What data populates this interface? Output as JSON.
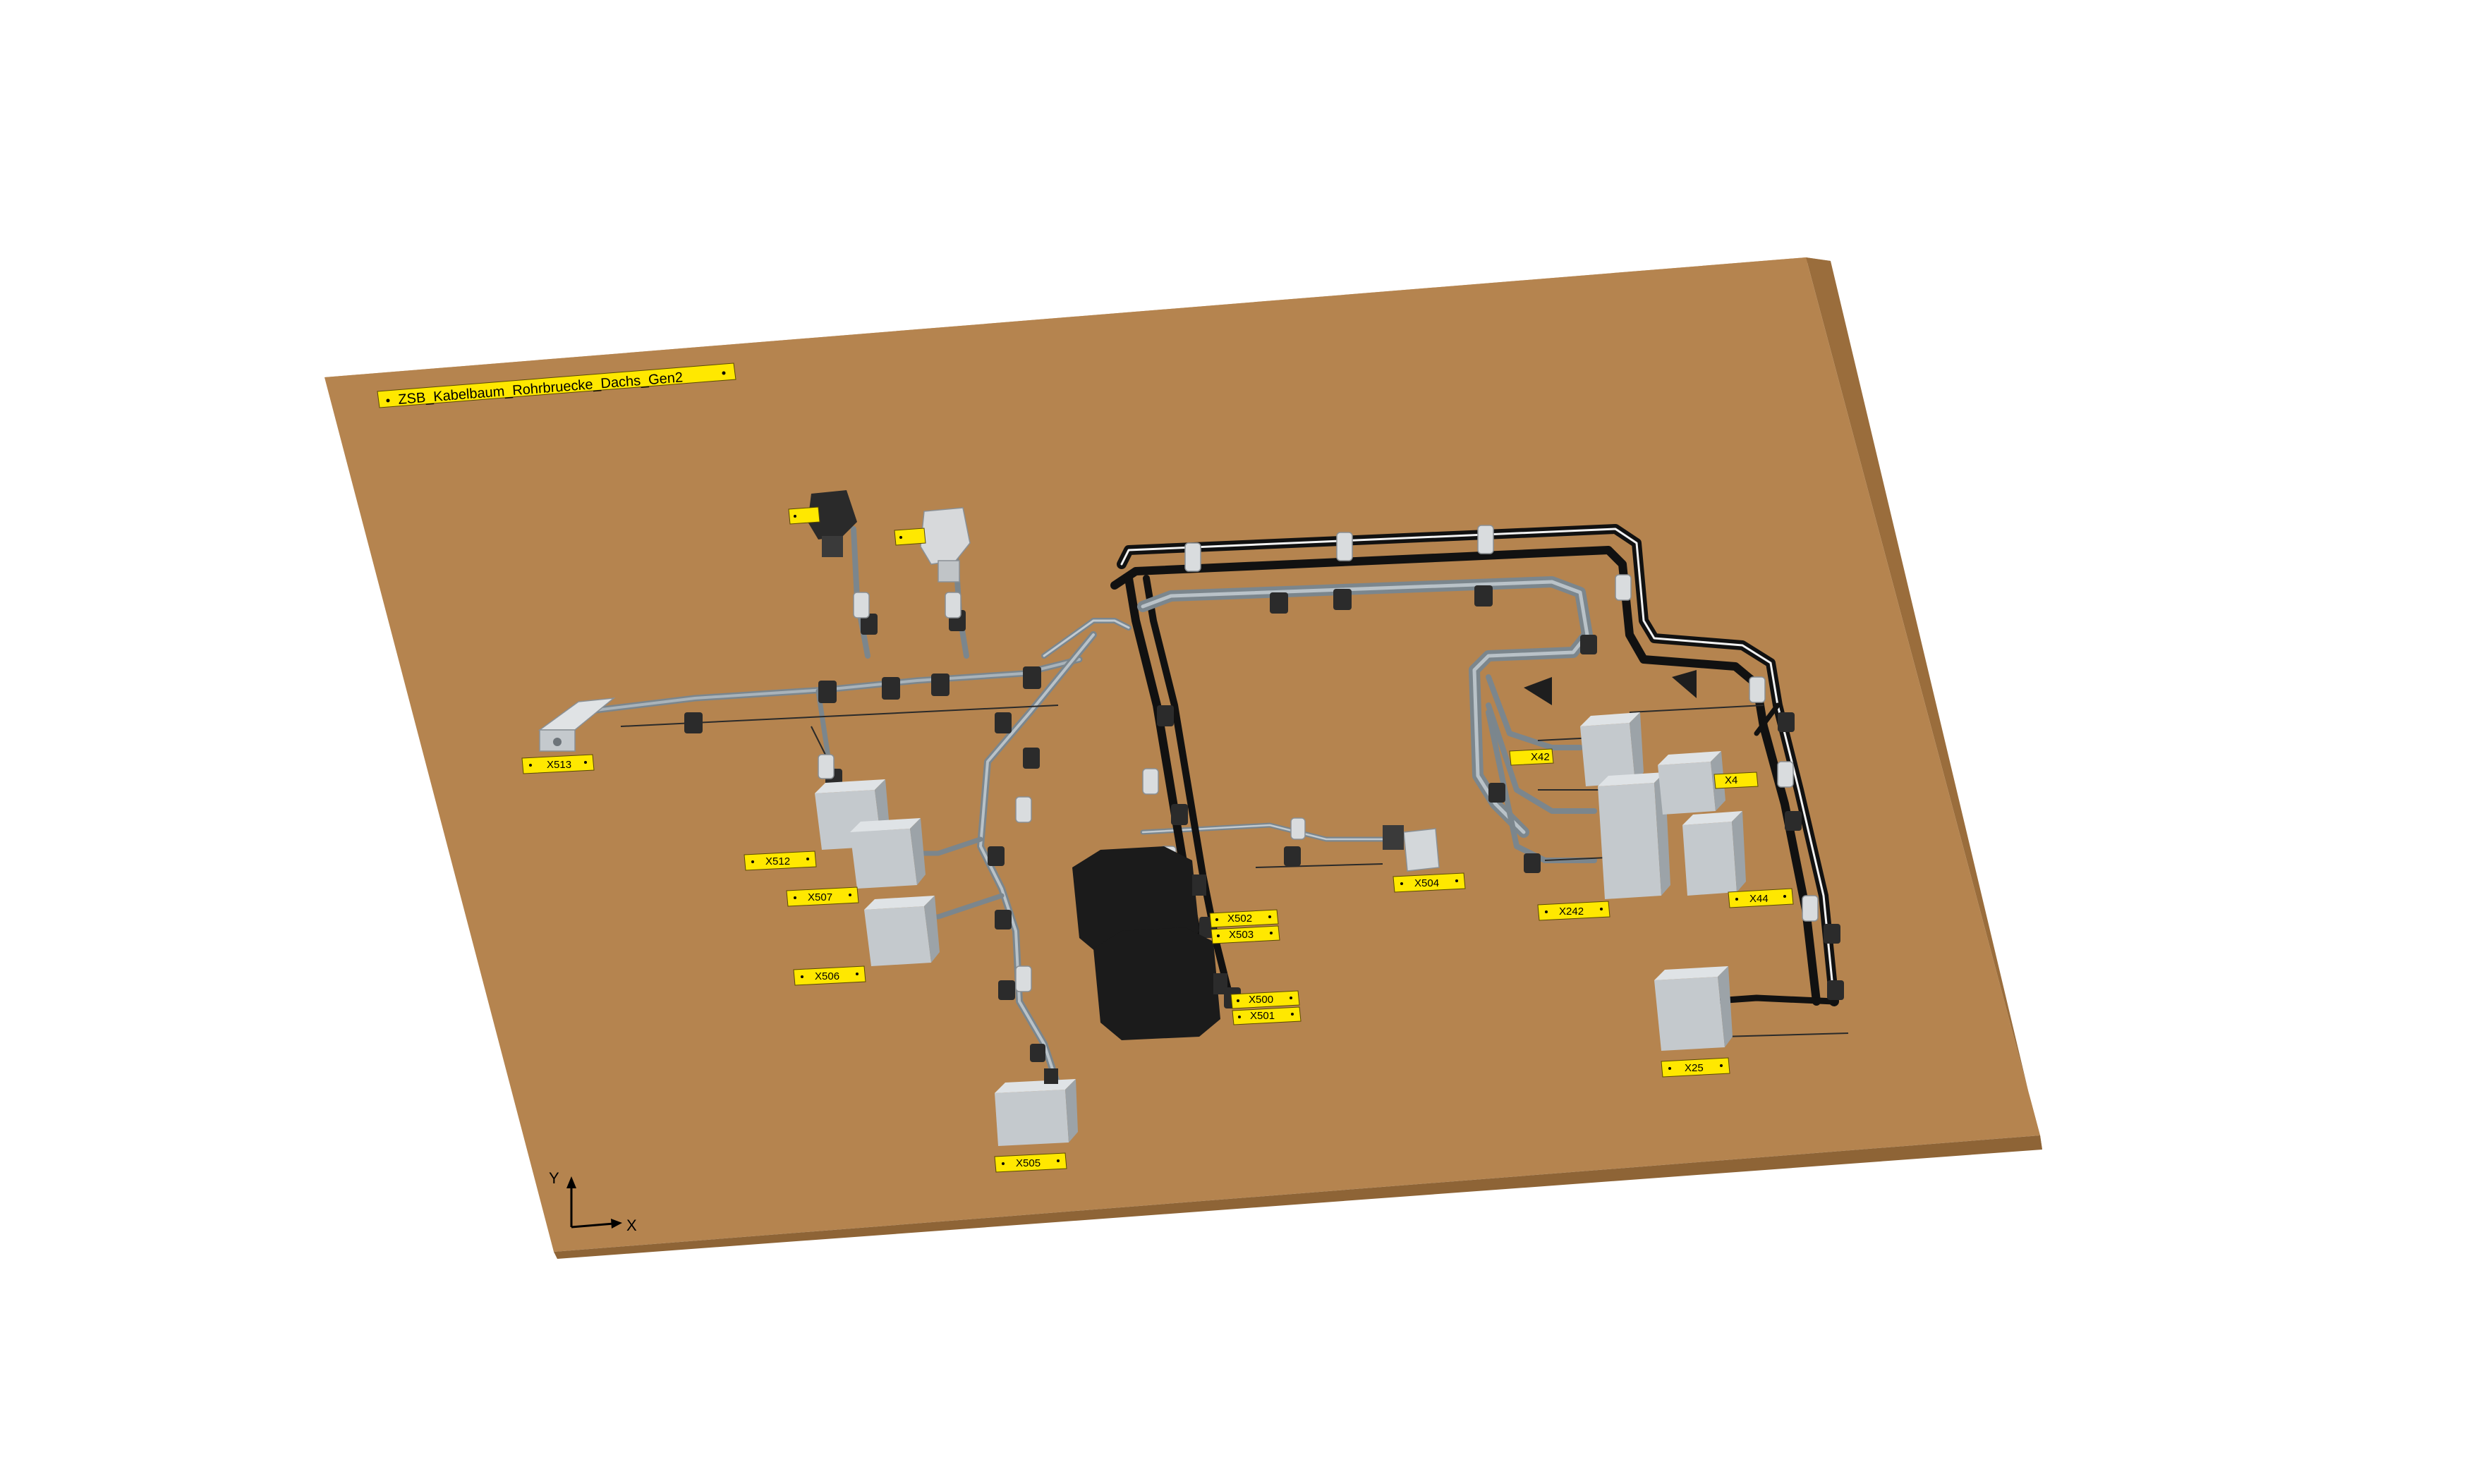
{
  "board": {
    "title": "ZSB_Kabelbaum_Rohrbruecke_Dachs_Gen2"
  },
  "connectors": {
    "x513": "X513",
    "x512": "X512",
    "x507": "X507",
    "x506": "X506",
    "x505": "X505",
    "x504": "X504",
    "x502": "X502",
    "x503": "X503",
    "x500": "X500",
    "x501": "X501",
    "x242": "X242",
    "x44": "X44",
    "x25": "X25",
    "x42_partial": "X42",
    "x43_partial": "X4",
    "top_left_1": "",
    "top_left_2": ""
  },
  "axes": {
    "y": "Y",
    "x": "X"
  },
  "colors": {
    "board_top": "#b5844f",
    "board_side": "#8e6436",
    "label_yellow": "#ffe800",
    "cable_black": "#1a1a1a",
    "cable_grey": "#8f9ba3",
    "box_grey": "#c9ced3"
  }
}
